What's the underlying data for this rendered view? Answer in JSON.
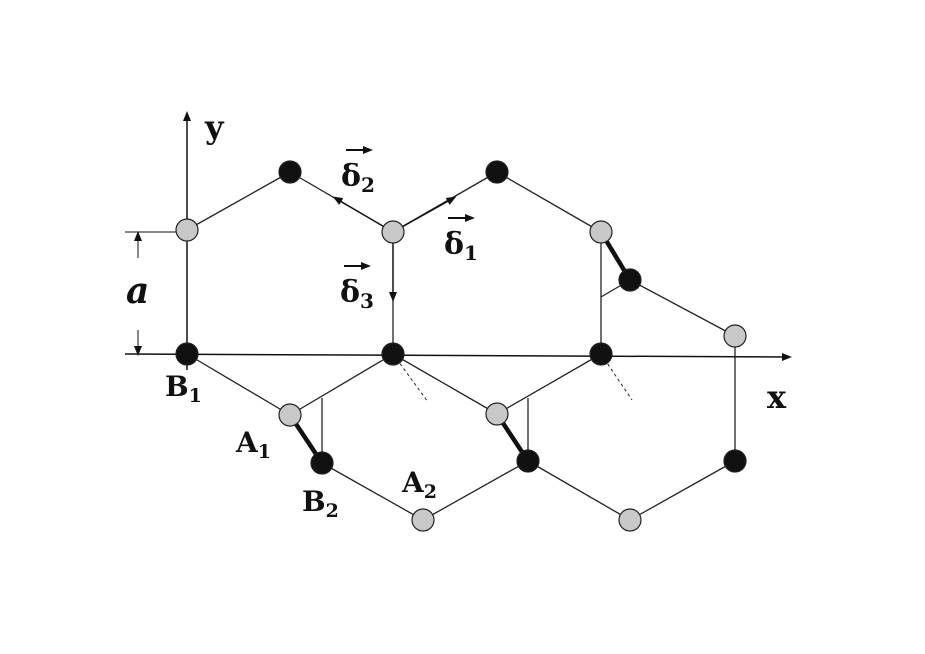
{
  "axes": {
    "x_label": "x",
    "y_label": "y"
  },
  "spacing": {
    "label": "a"
  },
  "vectors": [
    {
      "id": "d1",
      "symbol": "δ",
      "sub": "1"
    },
    {
      "id": "d2",
      "symbol": "δ",
      "sub": "2"
    },
    {
      "id": "d3",
      "symbol": "δ",
      "sub": "3"
    }
  ],
  "atom_labels": [
    {
      "id": "B1",
      "main": "B",
      "sub": "1"
    },
    {
      "id": "A1",
      "main": "A",
      "sub": "1"
    },
    {
      "id": "B2",
      "main": "B",
      "sub": "2"
    },
    {
      "id": "A2",
      "main": "A",
      "sub": "2"
    }
  ],
  "colors": {
    "atom_a": "#c8c8c8",
    "atom_b": "#111111",
    "line": "#222222"
  }
}
